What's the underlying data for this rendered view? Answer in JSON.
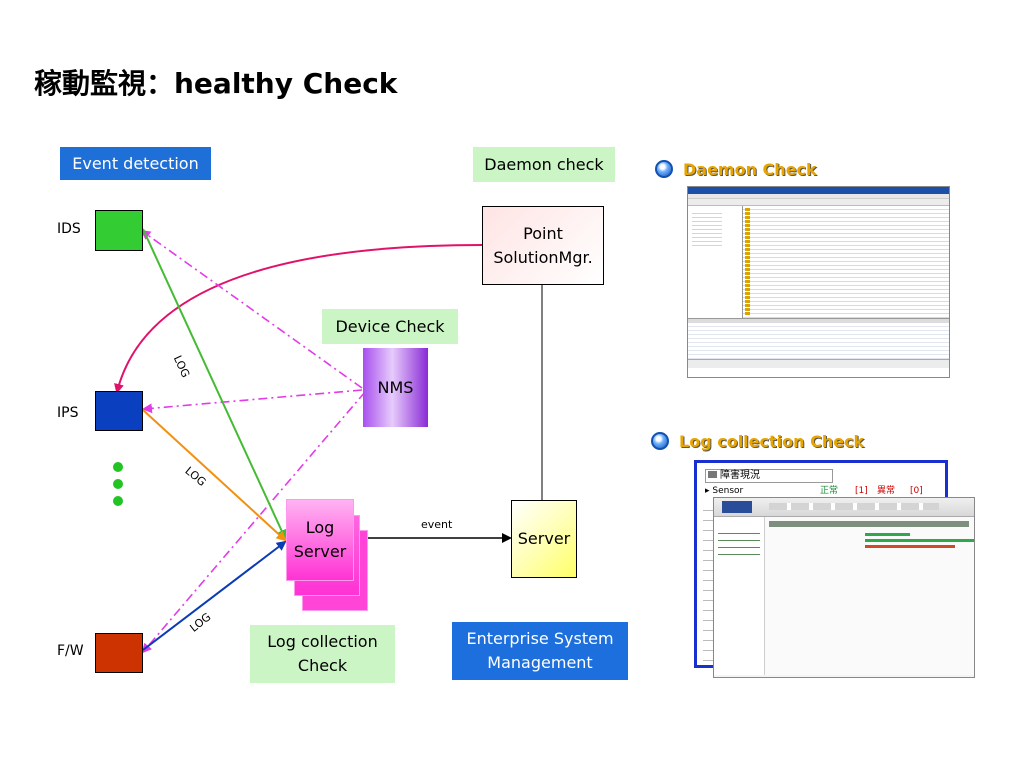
{
  "title": "稼動監視：healthy Check",
  "labels": {
    "event_detection": "Event detection",
    "daemon_check": "Daemon check",
    "device_check": "Device Check",
    "log_collection_check": "Log collection\nCheck",
    "enterprise_mgmt": "Enterprise System\nManagement"
  },
  "devices": {
    "ids": "IDS",
    "ips": "IPS",
    "fw": "F/W"
  },
  "nodes": {
    "psm": "Point\nSolutionMgr.",
    "nms": "NMS",
    "log_server": "Log\nServer",
    "server": "Server"
  },
  "edges": {
    "log1": "LOG",
    "log2": "LOG",
    "log3": "LOG",
    "event": "event"
  },
  "right": {
    "daemon_header": "Daemon Check",
    "log_header": "Log collection Check",
    "status_title": "障害現況",
    "sensor": "▸ Sensor",
    "normal": "正常",
    "normal_count": "[1]",
    "abnormal": "異常",
    "abnormal_count": "[0]"
  },
  "colors": {
    "ids": "#33cc33",
    "ips": "#0a3fbf",
    "fw": "#cc3300",
    "psm_arrow": "#e0136b",
    "ids_log": "#44bb33",
    "ips_log": "#f29010",
    "fw_log": "#0b3bb5",
    "dash": "#e23ce8",
    "nms": "#9b30e0",
    "log_server": "#ff44d8",
    "server_fill": "#ffff88"
  }
}
